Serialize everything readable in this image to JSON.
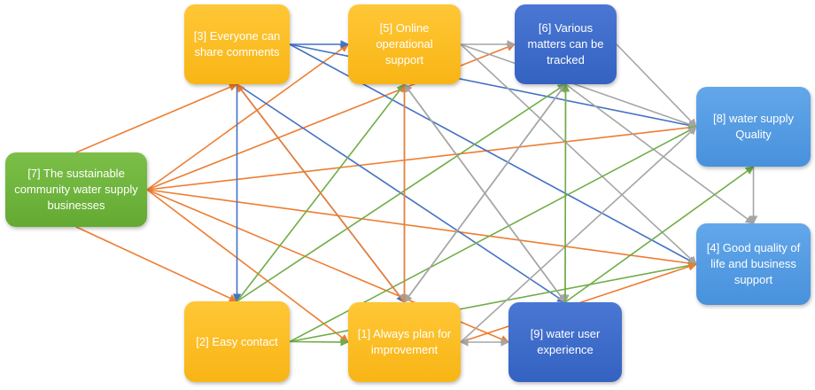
{
  "colors": {
    "orange_node": "#F8B515",
    "dark_blue_node": "#3462C1",
    "light_blue_node": "#4891DC",
    "green_node": "#64AA32",
    "edge_orange": "#ED7D31",
    "edge_blue": "#4472C4",
    "edge_green": "#70AD47",
    "edge_gray": "#A5A5A5"
  },
  "nodes": {
    "n7": {
      "label": "[7] The sustainable community water supply businesses"
    },
    "n3": {
      "label": "[3] Everyone can share comments"
    },
    "n5": {
      "label": "[5] Online operational support"
    },
    "n6": {
      "label": "[6] Various matters can be tracked"
    },
    "n8": {
      "label": "[8] water supply Quality"
    },
    "n4": {
      "label": "[4] Good quality of life and business support"
    },
    "n2": {
      "label": "[2] Easy contact"
    },
    "n1": {
      "label": "[1] Always plan for improvement"
    },
    "n9": {
      "label": "[9] water user experience"
    }
  },
  "edges": [
    {
      "from": "n7",
      "to": "n3",
      "color": "orange"
    },
    {
      "from": "n7",
      "to": "n2",
      "color": "orange"
    },
    {
      "from": "n7",
      "to": "n5",
      "color": "orange"
    },
    {
      "from": "n7",
      "to": "n6",
      "color": "orange"
    },
    {
      "from": "n7",
      "to": "n8",
      "color": "orange"
    },
    {
      "from": "n7",
      "to": "n4",
      "color": "orange"
    },
    {
      "from": "n7",
      "to": "n1",
      "color": "orange"
    },
    {
      "from": "n7",
      "to": "n9",
      "color": "orange"
    },
    {
      "from": "n3",
      "to": "n5",
      "color": "blue"
    },
    {
      "from": "n3",
      "to": "n2",
      "color": "blue"
    },
    {
      "from": "n3",
      "to": "n1",
      "color": "blue"
    },
    {
      "from": "n3",
      "to": "n9",
      "color": "blue"
    },
    {
      "from": "n3",
      "to": "n8",
      "color": "blue"
    },
    {
      "from": "n3",
      "to": "n4",
      "color": "blue"
    },
    {
      "from": "n5",
      "to": "n6",
      "color": "gray"
    },
    {
      "from": "n5",
      "to": "n8",
      "color": "gray"
    },
    {
      "from": "n5",
      "to": "n4",
      "color": "gray"
    },
    {
      "from": "n5",
      "to": "n1",
      "color": "gray"
    },
    {
      "from": "n5",
      "to": "n9",
      "color": "gray"
    },
    {
      "from": "n6",
      "to": "n8",
      "color": "gray"
    },
    {
      "from": "n6",
      "to": "n4",
      "color": "gray"
    },
    {
      "from": "n6",
      "to": "n1",
      "color": "gray"
    },
    {
      "from": "n6",
      "to": "n9",
      "color": "gray"
    },
    {
      "from": "n8",
      "to": "n4",
      "color": "gray"
    },
    {
      "from": "n2",
      "to": "n5",
      "color": "green"
    },
    {
      "from": "n2",
      "to": "n6",
      "color": "green"
    },
    {
      "from": "n2",
      "to": "n8",
      "color": "green"
    },
    {
      "from": "n2",
      "to": "n4",
      "color": "green"
    },
    {
      "from": "n2",
      "to": "n1",
      "color": "green"
    },
    {
      "from": "n1",
      "to": "n3",
      "color": "orange"
    },
    {
      "from": "n1",
      "to": "n5",
      "color": "orange"
    },
    {
      "from": "n1",
      "to": "n6",
      "color": "gray"
    },
    {
      "from": "n1",
      "to": "n8",
      "color": "gray"
    },
    {
      "from": "n1",
      "to": "n4",
      "color": "orange"
    },
    {
      "from": "n1",
      "to": "n9",
      "color": "gray",
      "bidirectional": true
    },
    {
      "from": "n9",
      "to": "n5",
      "color": "gray"
    },
    {
      "from": "n9",
      "to": "n6",
      "color": "green"
    },
    {
      "from": "n9",
      "to": "n8",
      "color": "green"
    }
  ]
}
